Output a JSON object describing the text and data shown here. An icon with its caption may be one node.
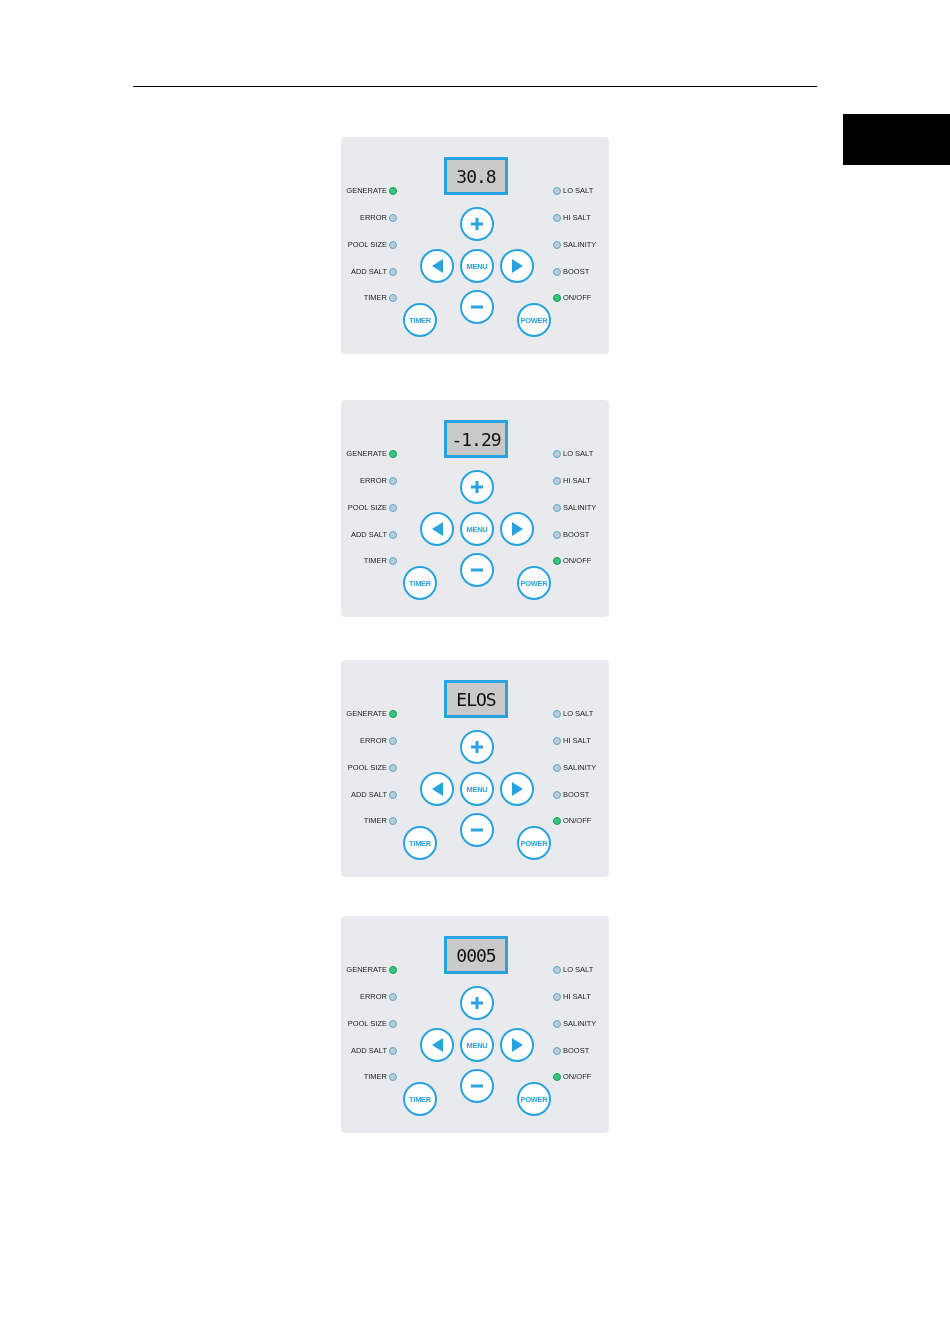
{
  "diagram": {
    "nodes": [
      {
        "text": [],
        "shape": "box"
      },
      {
        "text": [
          "30.8"
        ],
        "in": 0
      },
      {
        "text": [],
        "shape": "circle",
        "in": 0
      },
      {
        "text": [],
        "shape": "circle",
        "in": 0
      },
      {
        "text": [
          "MENU"
        ],
        "in": 0
      },
      {
        "text": [],
        "shape": "circle",
        "in": 0
      },
      {
        "text": [],
        "shape": "circle",
        "in": 0
      },
      {
        "text": [
          "TIMER"
        ],
        "in": 0
      },
      {
        "text": [
          "POWER"
        ],
        "in": 0
      },
      {
        "text": [],
        "shape": "box"
      },
      {
        "text": [
          "-1.29"
        ],
        "in": 9
      },
      {
        "text": [],
        "shape": "circle",
        "in": 9
      },
      {
        "text": [],
        "shape": "circle",
        "in": 9
      },
      {
        "text": [
          "MENU"
        ],
        "in": 9
      },
      {
        "text": [],
        "shape": "circle",
        "in": 9
      },
      {
        "text": [],
        "shape": "circle",
        "in": 9
      },
      {
        "text": [
          "TIMER"
        ],
        "in": 9
      },
      {
        "text": [
          "POWER"
        ],
        "in": 9
      },
      {
        "text": [],
        "shape": "box"
      },
      {
        "text": [
          "ELOS"
        ],
        "in": 18
      },
      {
        "text": [],
        "shape": "circle",
        "in": 18
      },
      {
        "text": [],
        "shape": "circle",
        "in": 18
      },
      {
        "text": [
          "MENU"
        ],
        "in": 18
      },
      {
        "text": [],
        "shape": "circle",
        "in": 18
      },
      {
        "text": [],
        "shape": "circle",
        "in": 18
      },
      {
        "text": [
          "TIMER"
        ],
        "in": 18
      },
      {
        "text": [
          "POWER"
        ],
        "in": 18
      },
      {
        "text": [],
        "shape": "box"
      },
      {
        "text": [
          "0005"
        ],
        "in": 27
      },
      {
        "text": [],
        "shape": "circle",
        "in": 27
      },
      {
        "text": [],
        "shape": "circle",
        "in": 27
      },
      {
        "text": [
          "MENU"
        ],
        "in": 27
      },
      {
        "text": [],
        "shape": "circle",
        "in": 27
      },
      {
        "text": [],
        "shape": "circle",
        "in": 27
      },
      {
        "text": [
          "TIMER"
        ],
        "in": 27
      },
      {
        "text": [
          "POWER"
        ],
        "in": 27
      },
      {
        "text": [],
        "shape": "box"
      }
    ],
    "labels": [
      "GENERATE",
      "ERROR",
      "POOL SIZE",
      "ADD SALT",
      "TIMER",
      "LO SALT",
      "HI SALT",
      "SALINITY",
      "BOOST",
      "ON/OFF",
      "GENERATE",
      "ERROR",
      "POOL SIZE",
      "ADD SALT",
      "TIMER",
      "LO SALT",
      "HI SALT",
      "SALINITY",
      "BOOST",
      "ON/OFF",
      "GENERATE",
      "ERROR",
      "POOL SIZE",
      "ADD SALT",
      "TIMER",
      "LO SALT",
      "HI SALT",
      "SALINITY",
      "BOOST",
      "ON/OFF",
      "GENERATE",
      "ERROR",
      "POOL SIZE",
      "ADD SALT",
      "TIMER",
      "LO SALT",
      "HI SALT",
      "SALINITY",
      "BOOST",
      "ON/OFF"
    ]
  }
}
